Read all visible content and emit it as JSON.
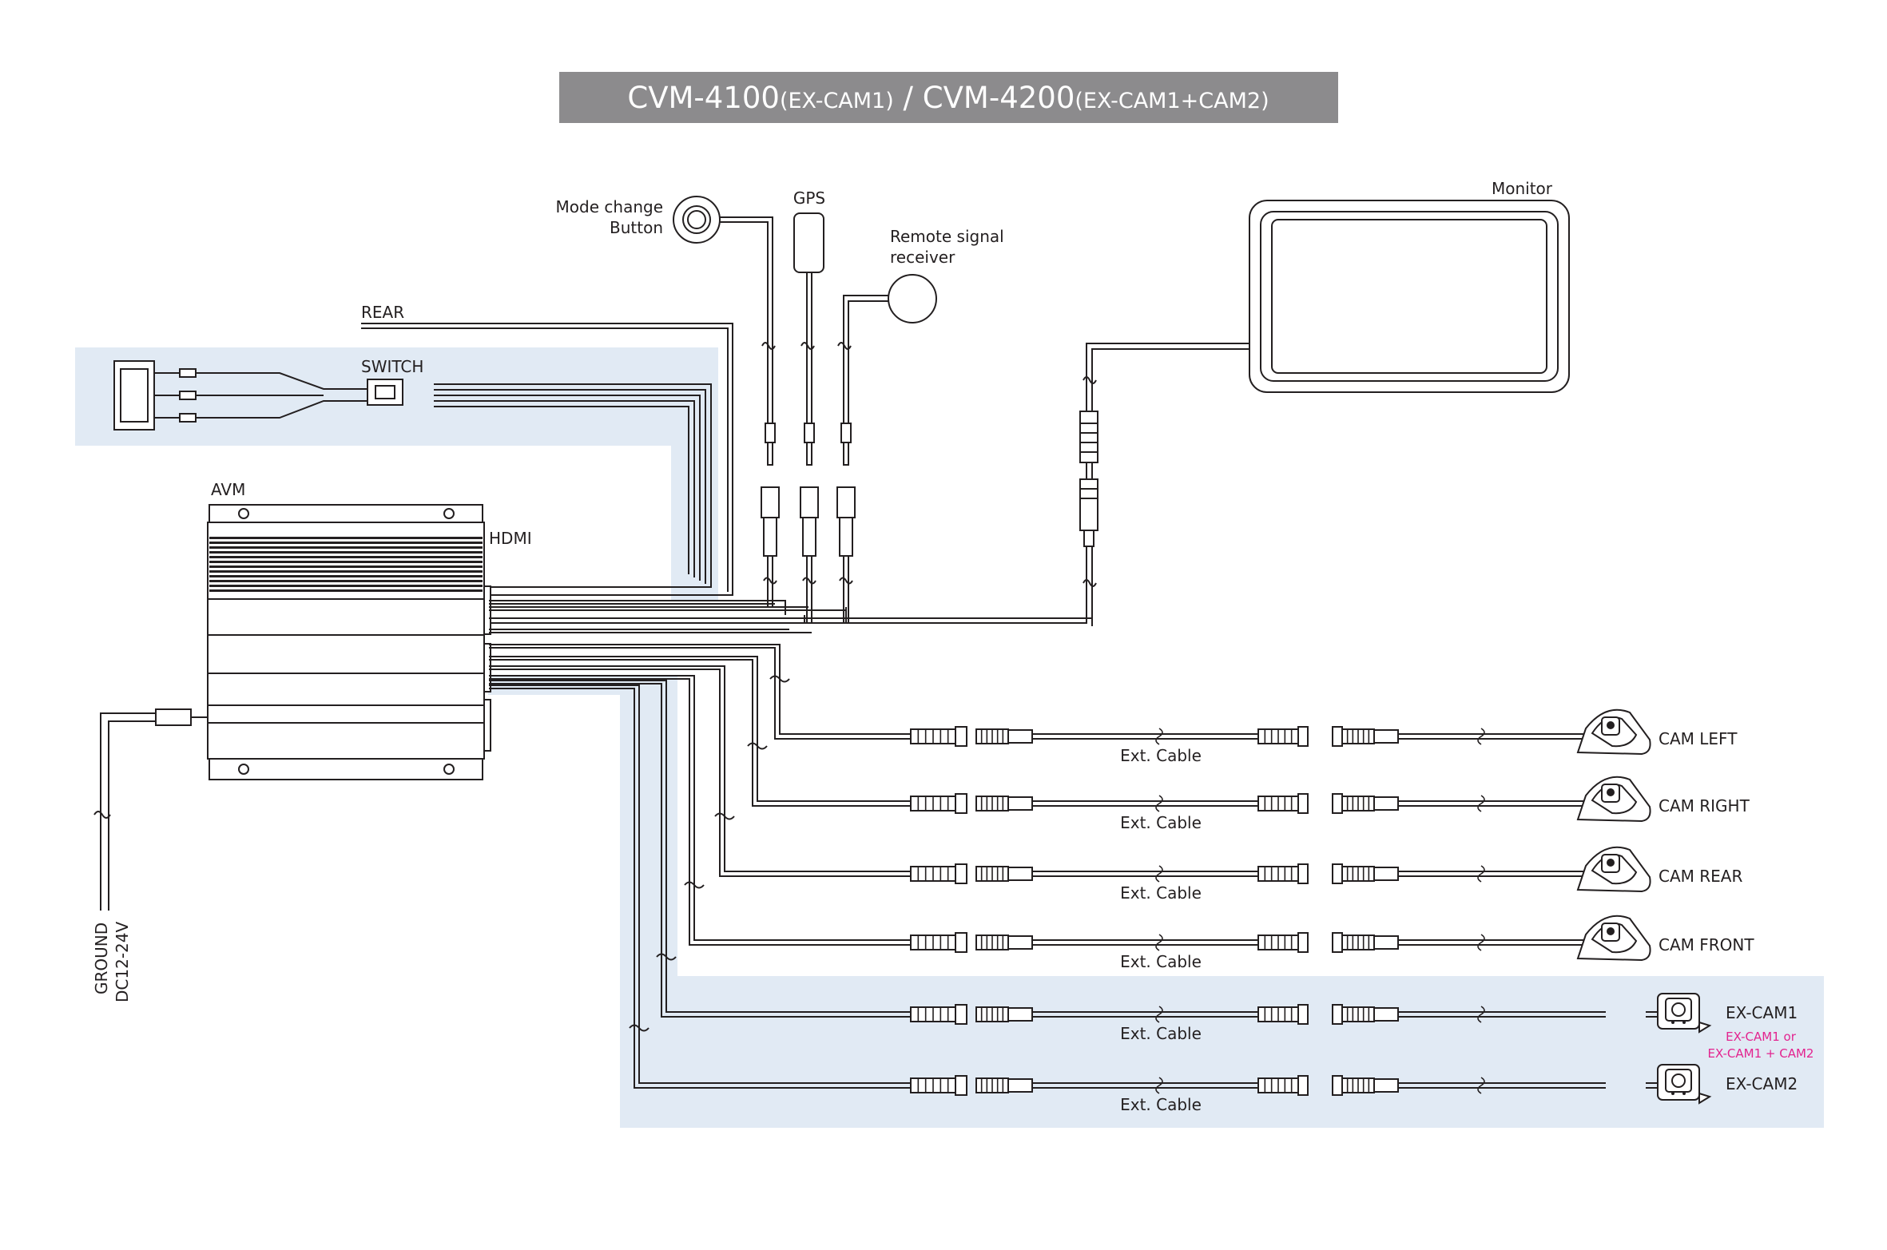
{
  "title": {
    "main1": "CVM-4100",
    "sub1": "(EX-CAM1)",
    "sep": " / ",
    "main2": "CVM-4200",
    "sub2": "(EX-CAM1+CAM2)",
    "bg_color": "#8c8b8d"
  },
  "labels": {
    "mode_change_line1": "Mode change",
    "mode_change_line2": "Button",
    "gps": "GPS",
    "remote_line1": "Remote signal",
    "remote_line2": "receiver",
    "monitor": "Monitor",
    "rear": "REAR",
    "switch": "SWITCH",
    "avm": "AVM",
    "hdmi": "HDMI",
    "ground": "GROUND",
    "dc": "DC12-24V",
    "ext_cable": "Ext. Cable",
    "ex_note_line1": "EX-CAM1 or",
    "ex_note_line2": "EX-CAM1 + CAM2"
  },
  "cameras": [
    {
      "name": "CAM LEFT",
      "type": "dome"
    },
    {
      "name": "CAM RIGHT",
      "type": "dome"
    },
    {
      "name": "CAM REAR",
      "type": "dome"
    },
    {
      "name": "CAM FRONT",
      "type": "dome"
    },
    {
      "name": "EX-CAM1",
      "type": "box"
    },
    {
      "name": "EX-CAM2",
      "type": "box"
    }
  ],
  "colors": {
    "highlight": "#e1eaf4",
    "line": "#231f20",
    "note": "#e3238f"
  }
}
